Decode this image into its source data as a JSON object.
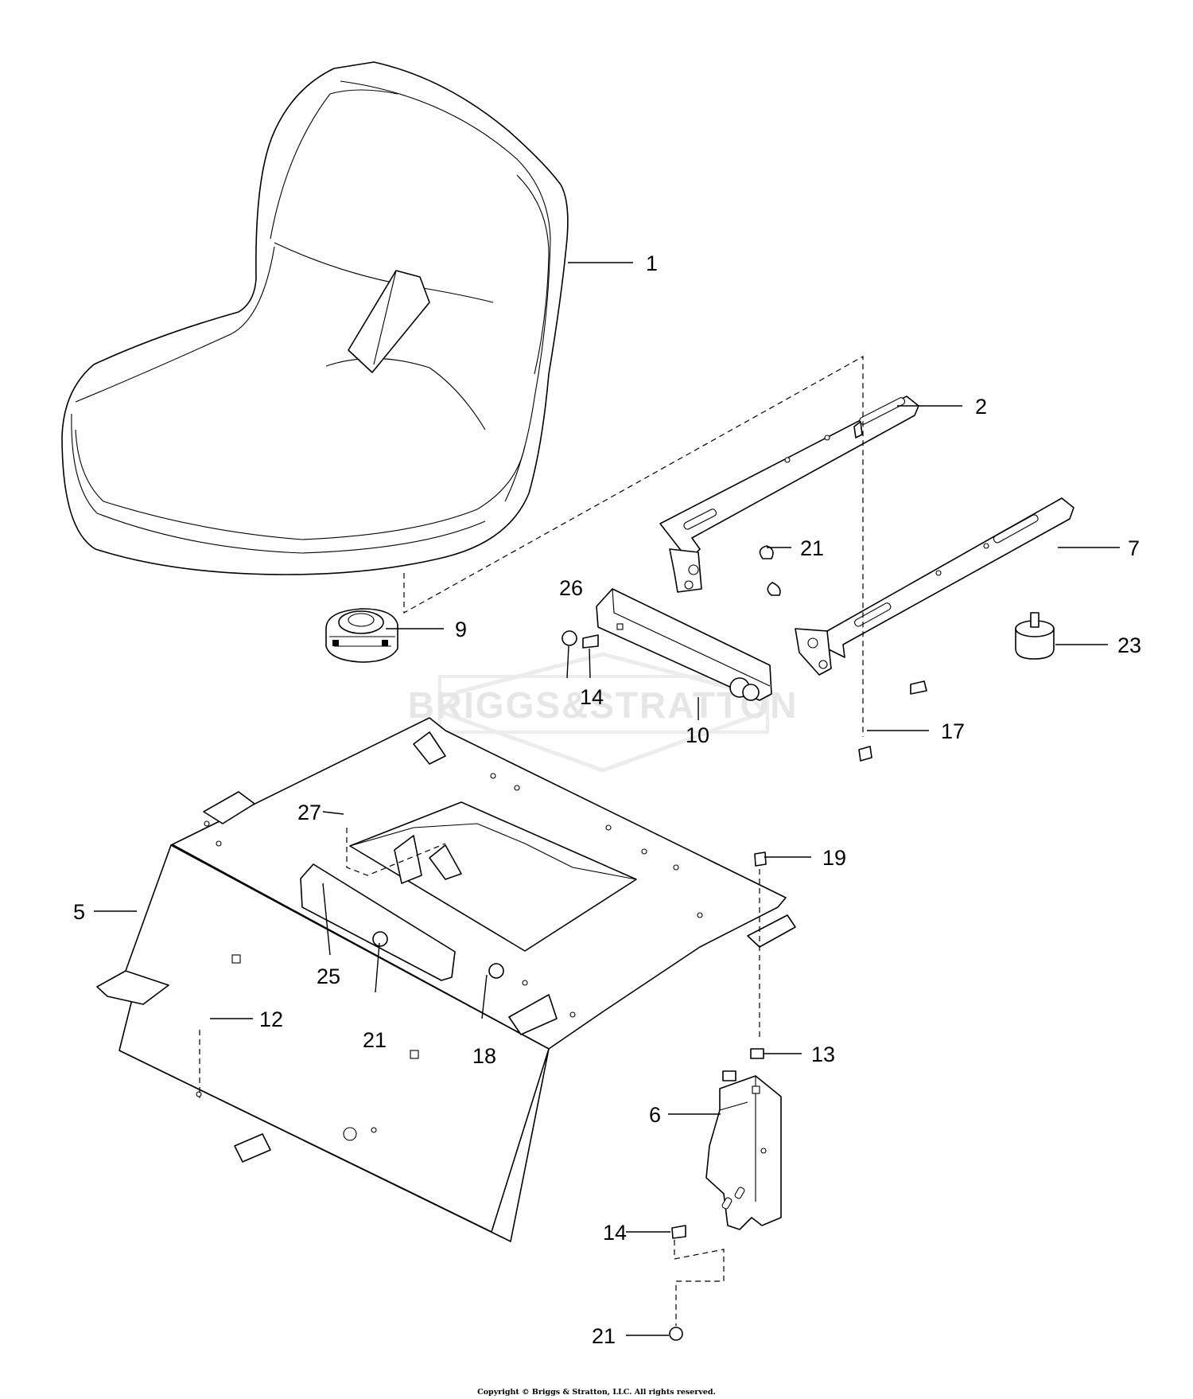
{
  "watermark": "BRIGGS&STRATTON",
  "copyright": "Copyright © Briggs & Stratton, LLC. All rights reserved.",
  "callouts": {
    "c1": "1",
    "c2": "2",
    "c5": "5",
    "c6": "6",
    "c7": "7",
    "c9": "9",
    "c10": "10",
    "c12": "12",
    "c13": "13",
    "c14a": "14",
    "c14b": "14",
    "c17": "17",
    "c18": "18",
    "c19": "19",
    "c21a": "21",
    "c21b": "21",
    "c21c": "21",
    "c23": "23",
    "c25": "25",
    "c26": "26",
    "c27": "27"
  }
}
